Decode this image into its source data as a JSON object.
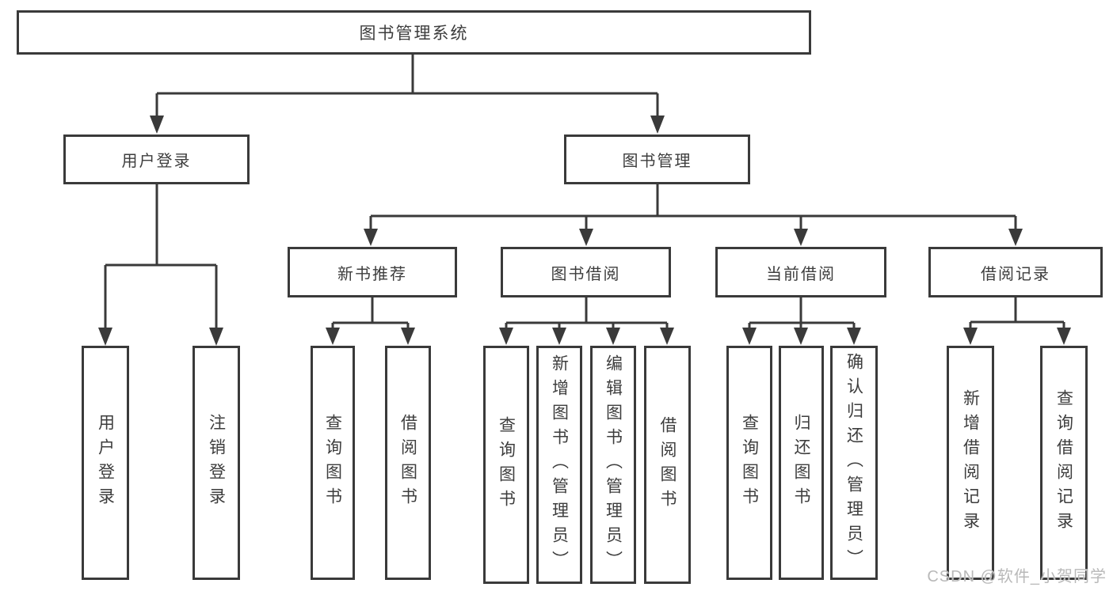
{
  "diagram": {
    "root": {
      "label": "图书管理系统"
    },
    "branches": [
      {
        "label": "用户登录",
        "children": [
          {
            "label": "用户登录"
          },
          {
            "label": "注销登录"
          }
        ]
      },
      {
        "label": "图书管理",
        "children": [
          {
            "label": "新书推荐",
            "children": [
              {
                "label": "查询图书"
              },
              {
                "label": "借阅图书"
              }
            ]
          },
          {
            "label": "图书借阅",
            "children": [
              {
                "label": "查询图书"
              },
              {
                "label": "新增图书（管理员）"
              },
              {
                "label": "编辑图书（管理员）"
              },
              {
                "label": "借阅图书"
              }
            ]
          },
          {
            "label": "当前借阅",
            "children": [
              {
                "label": "查询图书"
              },
              {
                "label": "归还图书"
              },
              {
                "label": "确认归还（管理员）"
              }
            ]
          },
          {
            "label": "借阅记录",
            "children": [
              {
                "label": "新增借阅记录"
              },
              {
                "label": "查询借阅记录"
              }
            ]
          }
        ]
      }
    ]
  },
  "watermark": {
    "text": "CSDN @软件_小贺同学"
  },
  "colors": {
    "line": "#3a3a3a",
    "text": "#3d3d3d",
    "background": "#ffffff",
    "watermark": "#b9b9b9"
  }
}
